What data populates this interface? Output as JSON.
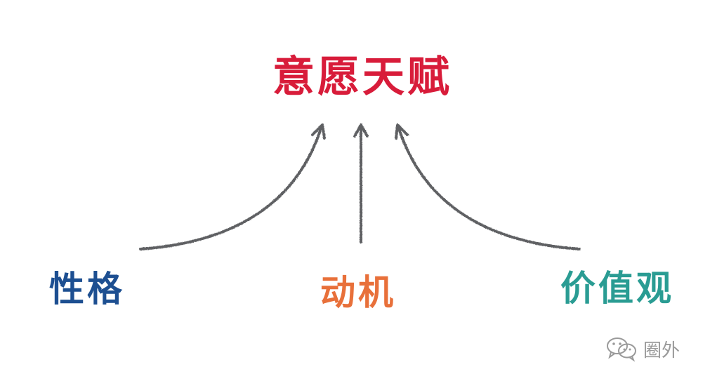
{
  "title": "意愿天赋",
  "inputs": {
    "left": "性格",
    "center": "动机",
    "right": "价值观"
  },
  "watermark": {
    "icon": "wechat-icon",
    "text": "圈外"
  },
  "colors": {
    "title": "#d81c3a",
    "left": "#1d4f91",
    "center": "#e8703a",
    "right": "#2a9c93",
    "arrow": "#5e6163",
    "watermark": "#9a9a9a"
  }
}
